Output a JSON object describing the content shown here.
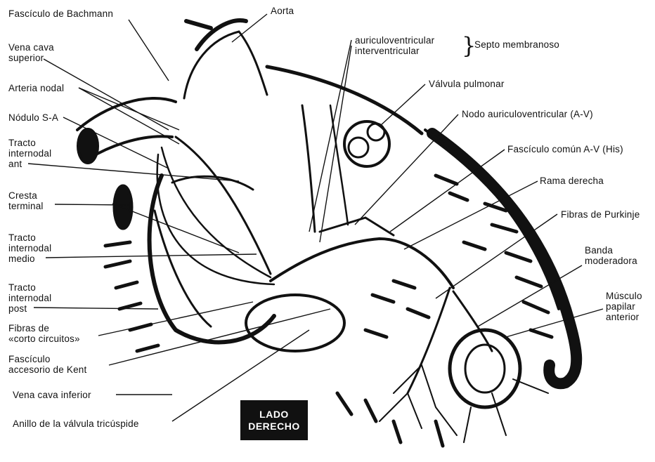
{
  "labels": {
    "bachmann": "Fascículo de Bachmann",
    "aorta": "Aorta",
    "vena_cava_superior": [
      "Vena cava",
      "superior"
    ],
    "arteria_nodal": "Arteria nodal",
    "nodulo_sa": "Nódulo S-A",
    "tracto_ant": [
      "Tracto",
      "internodal",
      "ant"
    ],
    "cresta_terminal": [
      "Cresta",
      "terminal"
    ],
    "tracto_medio": [
      "Tracto",
      "internodal",
      "medio"
    ],
    "tracto_post": [
      "Tracto",
      "internodal",
      "post"
    ],
    "fibras_corto": [
      "Fibras de",
      "«corto circuitos»"
    ],
    "kent": [
      "Fascículo",
      "accesorio de Kent"
    ],
    "vena_cava_inferior": "Vena cava inferior",
    "anillo_tricuspide": "Anillo de la válvula tricúspide",
    "septo_av": [
      "auriculoventricular",
      "interventricular"
    ],
    "septo_membranoso": "Septo membranoso",
    "valvula_pulmonar": "Válvula pulmonar",
    "nodo_av": "Nodo auriculoventricular (A-V)",
    "his": "Fascículo común A-V (His)",
    "rama_derecha": "Rama derecha",
    "purkinje": "Fibras de Purkinje",
    "banda_moderadora": [
      "Banda",
      "moderadora"
    ],
    "musculo_papilar": [
      "Músculo",
      "papilar",
      "anterior"
    ]
  },
  "badge": [
    "LADO",
    "DERECHO"
  ],
  "colors": {
    "ink": "#111111",
    "paper": "#ffffff"
  }
}
